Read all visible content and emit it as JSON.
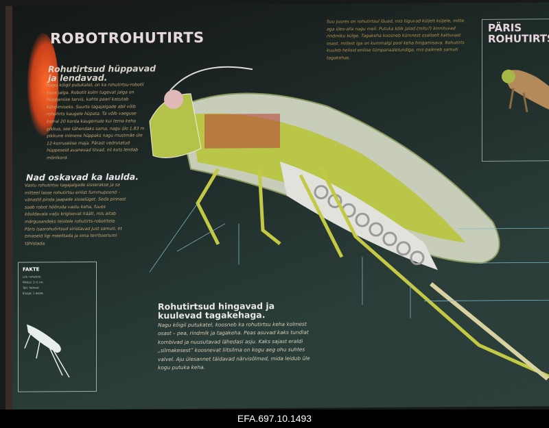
{
  "poster": {
    "title": "ROBOTROHUTIRTS",
    "section1": {
      "heading": "Rohutirtsud hüppavad ja lendavad.",
      "body": "Nagu kõigil putukatel, on ka rohutirtsu-robotil kuus jalga. Robotit kolm tugevat jalga on hüppamise tarvis, kahte paari kasutab kõndimiseks. Suurte tagajalgade abil võib rohutirts kaugele hüpata. Ta võib vaeguse korral 20 korda kaugemale kui tema keha pikkus, see tähendaks sama, nagu ülo 1,83 m pikkune inimene hüppaks nagu mustmäe üle 12-korruselise maja. Pärast vedrutatud hüppeseid avanevad tiivad, nii kuts lendab mõnikord."
    },
    "section2": {
      "heading": "Nad oskavad ka laulda.",
      "body": "Vastu rohutirtsu tagajalgade sisserakse ja sa mitteel lasse rohutirtsu enlist fummupoond – vänastil pinda jaapade sisselüget. Seda pinnast saab robot hõõruda vastu keha, fuues kõuldavala valju krigisevat häält, mis aitab märgusandeks teistele rohutirts-robotitele. Päris isasrohutirtsud siristavad just samuti, et emaseid ligi meelitada ja oma territooriumi tähistada."
    },
    "section3": {
      "body": "Suu juures on rohutirtsul lõuad, mis liiguvad küljelt küljele, mitte aga üles-alla nagu meil. Putuka kõik jalad (mitu?) kinnituvad rindmiku külge. Tagakeha koosneb kümnest osaliselt kattuvast osast, millest iga on kummalgi pool keha hingamisava. Rohutirts kuuleb helisid enilise tümpanaalelundiga, mis paikneb samuti tagakehas."
    },
    "section4": {
      "heading": "Rohutirtsud hingavad ja kuulevad tagakehaga.",
      "body": "Nagu kõigil putukatel, koosneb ka rohutirtsu keha kolmest osast – pea, rindmik ja tagakeha. Peas asuvad kaks tundlat kombivad ja nuusutavad lähedasi asju. Kaks sajast eraldi „silmakesest” koosnevat liitsilma on kogu aeg ohu suhtes valvel. Aju ülesannet täidavad närvisõlmed, mida leidub üle kogu putuka keha."
    },
    "facts": {
      "label": "FAKTE",
      "rows": [
        "Liik: rohutirts",
        "Pikkus: 2–5 cm",
        "Toit: taimed",
        "Eluiga: 1 aasta"
      ]
    },
    "real": {
      "title1": "PÄRIS",
      "title2": "ROHUTIRTS"
    }
  },
  "caption": "EFA.697.10.1493",
  "colors": {
    "poster": "#2b3d39",
    "text": "#c9a978",
    "insect": "#b8c24a"
  }
}
